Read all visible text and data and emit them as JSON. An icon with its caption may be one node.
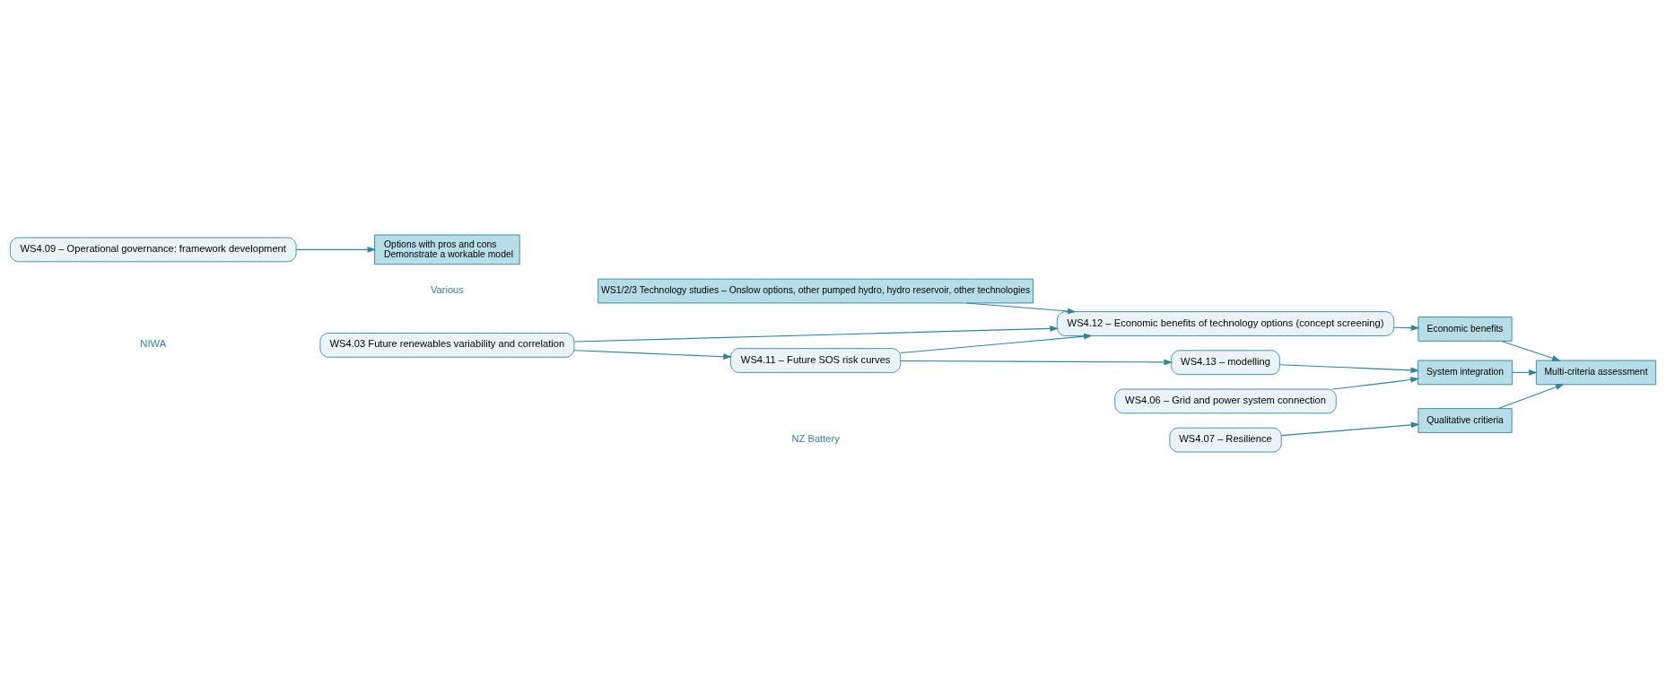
{
  "diagram": {
    "nodes": [
      {
        "text": [
          "WS1/2/3 Technology studies – Onslow options, other pumped hydro, hydro reservoir, other technologies"
        ]
      },
      {
        "text": [
          "WS4.12 – Economic benefits of technology options (concept screening)"
        ]
      },
      {
        "text": [
          "Economic benefits"
        ]
      },
      {
        "text": [
          "Multi-criteria assessment"
        ]
      },
      {
        "text": [
          "WS4.03 Future renewables variability and correlation"
        ]
      },
      {
        "text": [
          "WS4.11 – Future SOS risk curves"
        ]
      },
      {
        "text": [
          "WS4.13 – modelling"
        ]
      },
      {
        "text": [
          "System integration"
        ]
      },
      {
        "text": [
          "WS4.06 – Grid and power system connection"
        ]
      },
      {
        "text": [
          "WS4.07 – Resilience"
        ]
      },
      {
        "text": [
          "Qualitative critieria"
        ]
      },
      {
        "text": [
          "WS4.09 – Operational governance: framework development"
        ]
      },
      {
        "text": [
          "Options with pros and cons",
          "Demonstrate a workable model"
        ]
      }
    ],
    "edges": [
      {
        "from": 0,
        "to": 1,
        "arrow": "to"
      },
      {
        "from": 1,
        "to": 2,
        "arrow": "to"
      },
      {
        "from": 2,
        "to": 3,
        "arrow": "to"
      },
      {
        "from": 4,
        "to": 1,
        "arrow": "to"
      },
      {
        "from": 4,
        "to": 5,
        "arrow": "to"
      },
      {
        "from": 5,
        "to": 1,
        "arrow": "to"
      },
      {
        "from": 5,
        "to": 6,
        "arrow": "to"
      },
      {
        "from": 6,
        "to": 7,
        "arrow": "to"
      },
      {
        "from": 7,
        "to": 3,
        "arrow": "to"
      },
      {
        "from": 8,
        "to": 7,
        "arrow": "to"
      },
      {
        "from": 9,
        "to": 10,
        "arrow": "to"
      },
      {
        "from": 10,
        "to": 3,
        "arrow": "to"
      },
      {
        "from": 11,
        "to": 12,
        "arrow": "to"
      }
    ],
    "labels": [
      "Various",
      "NIWA",
      "NZ Battery"
    ]
  }
}
